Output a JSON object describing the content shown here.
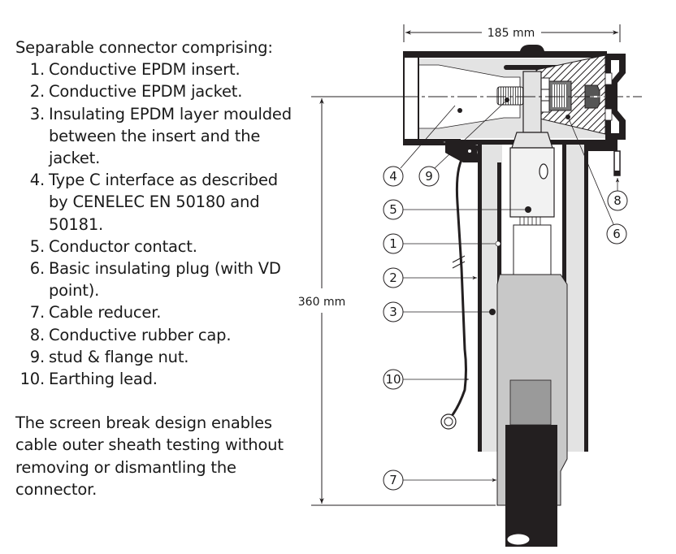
{
  "description": {
    "intro": "Separable connector comprising:",
    "items": [
      {
        "num": "1.",
        "text": "Conductive EPDM insert."
      },
      {
        "num": "2.",
        "text": "Conductive EPDM jacket."
      },
      {
        "num": "3.",
        "text": "Insulating EPDM layer moulded between the insert and the jacket."
      },
      {
        "num": "4.",
        "text": "Type C interface as described by CENELEC EN 50180 and 50181."
      },
      {
        "num": "5.",
        "text": "Conductor contact."
      },
      {
        "num": "6.",
        "text": "Basic insulating plug (with VD point)."
      },
      {
        "num": "7.",
        "text": "Cable reducer."
      },
      {
        "num": "8.",
        "text": "Conductive rubber cap."
      },
      {
        "num": "9.",
        "text": "stud & flange nut."
      },
      {
        "num": "10.",
        "text": "Earthing lead."
      }
    ],
    "note": "The screen break design enables cable outer sheath testing without removing or dismantling the connector."
  },
  "drawing": {
    "width_dimension": "185 mm",
    "height_dimension": "360 mm",
    "callouts": [
      "1",
      "2",
      "3",
      "4",
      "5",
      "6",
      "7",
      "8",
      "9",
      "10"
    ],
    "colors": {
      "black": "#231f20",
      "light_gray": "#e3e3e3",
      "mid_gray": "#c8c8c8",
      "dark_gray": "#9a9a9a"
    }
  }
}
